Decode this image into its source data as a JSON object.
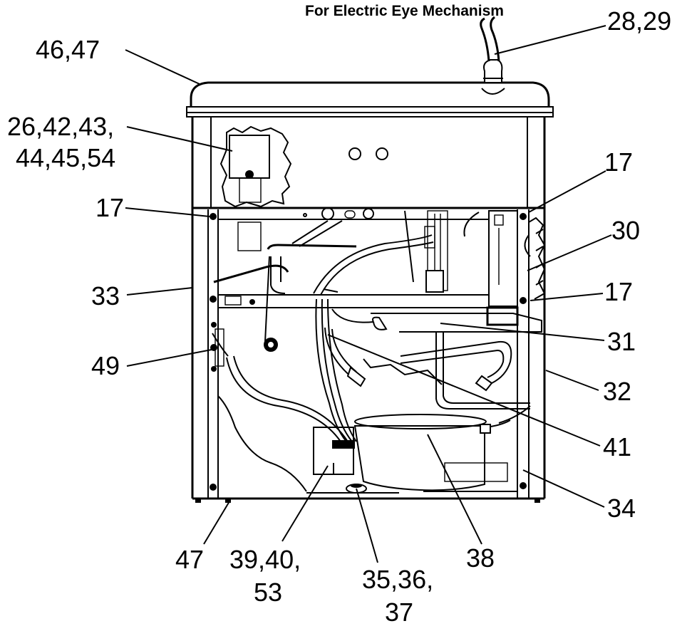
{
  "heading": "For Electric Eye Mechanism",
  "callouts": {
    "c_28_29": "28,29",
    "c_46_47": "46,47",
    "c_26_line1": "26,42,43,",
    "c_26_line2": "44,45,54",
    "c_17_left": "17",
    "c_17_top_right": "17",
    "c_30": "30",
    "c_17_mid_right": "17",
    "c_33": "33",
    "c_31": "31",
    "c_49": "49",
    "c_32": "32",
    "c_41": "41",
    "c_34": "34",
    "c_47": "47",
    "c_39_line1": "39,40,",
    "c_39_line2": "53",
    "c_38": "38",
    "c_35_line1": "35,36,",
    "c_35_line2": "37"
  }
}
